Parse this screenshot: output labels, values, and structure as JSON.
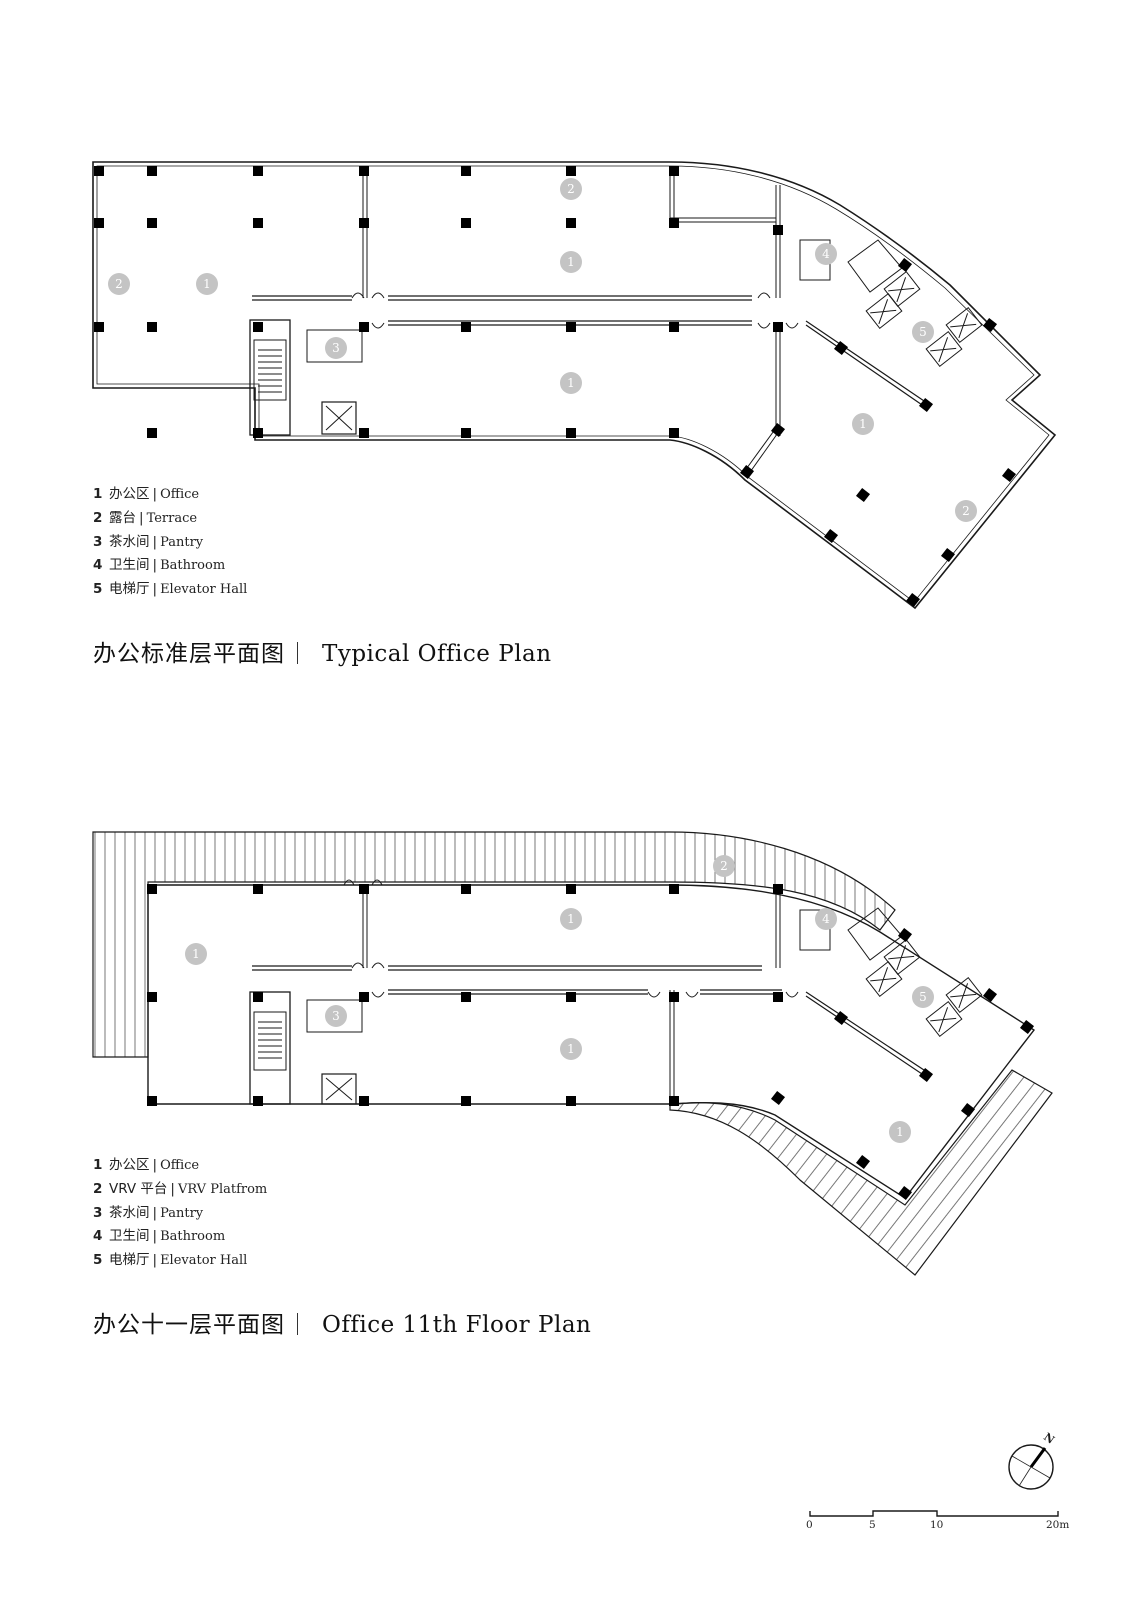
{
  "plans": [
    {
      "id": "typical",
      "title_zh": "办公标准层平面图",
      "title_en": "Typical Office Plan",
      "legend": [
        {
          "num": "1",
          "zh": "办公区",
          "en": "Office"
        },
        {
          "num": "2",
          "zh": "露台",
          "en": "Terrace"
        },
        {
          "num": "3",
          "zh": "茶水间",
          "en": "Pantry"
        },
        {
          "num": "4",
          "zh": "卫生间",
          "en": "Bathroom"
        },
        {
          "num": "5",
          "zh": "电梯厅",
          "en": "Elevator Hall"
        }
      ],
      "room_markers": [
        "2",
        "1",
        "2",
        "1",
        "1",
        "3",
        "4",
        "5",
        "1",
        "2"
      ]
    },
    {
      "id": "eleventh",
      "title_zh": "办公十一层平面图",
      "title_en": "Office 11th Floor Plan",
      "legend": [
        {
          "num": "1",
          "zh": "办公区",
          "en": "Office"
        },
        {
          "num": "2",
          "zh": "VRV 平台",
          "en": "VRV Platfrom"
        },
        {
          "num": "3",
          "zh": "茶水间",
          "en": "Pantry"
        },
        {
          "num": "4",
          "zh": "卫生间",
          "en": "Bathroom"
        },
        {
          "num": "5",
          "zh": "电梯厅",
          "en": "Elevator Hall"
        }
      ],
      "room_markers": [
        "2",
        "1",
        "1",
        "1",
        "3",
        "4",
        "5",
        "1"
      ]
    }
  ],
  "legend_separator": "|",
  "north_arrow": {
    "label": "N"
  },
  "scale_bar": {
    "ticks": [
      "0",
      "5",
      "10",
      "20m"
    ]
  },
  "colors": {
    "wall": "#1a1a1a",
    "column": "#000000",
    "marker": "#c4c4c4",
    "marker_text": "#ffffff",
    "hatch": "#555555"
  }
}
